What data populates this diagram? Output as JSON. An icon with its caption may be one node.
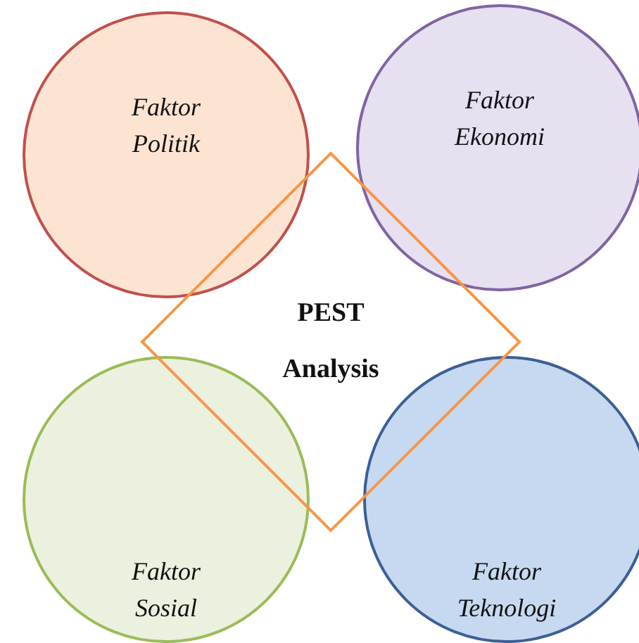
{
  "diagram": {
    "nodes": [
      {
        "text": [
          "Faktor Politik"
        ]
      },
      {
        "text": [
          "Faktor Ekonomi"
        ]
      },
      {
        "text": [
          "PEST Analysis"
        ]
      },
      {
        "text": [
          "Faktor Sosial"
        ]
      },
      {
        "text": [
          "Faktor Teknologi"
        ]
      }
    ],
    "edges": []
  }
}
